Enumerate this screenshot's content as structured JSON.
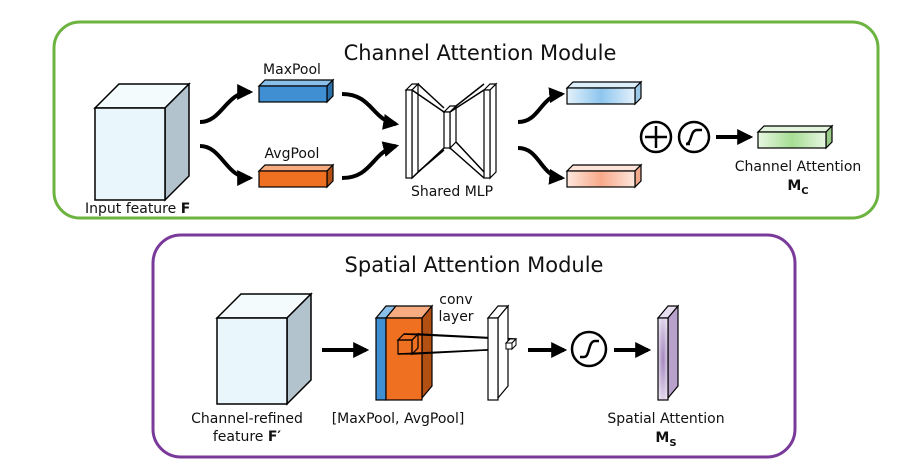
{
  "channel_module": {
    "title": "Channel Attention Module",
    "input_label": "Input feature",
    "input_symbol": "F",
    "maxpool_label": "MaxPool",
    "avgpool_label": "AvgPool",
    "mlp_label": "Shared MLP",
    "output_label": "Channel Attention",
    "output_symbol": "M",
    "output_subscript": "C"
  },
  "spatial_module": {
    "title": "Spatial Attention Module",
    "input_label_line1": "Channel-refined",
    "input_label_line2": "feature",
    "input_symbol": "F′",
    "concat_label": "[MaxPool, AvgPool]",
    "conv_label_line1": "conv",
    "conv_label_line2": "layer",
    "output_label": "Spatial Attention",
    "output_symbol": "M",
    "output_subscript": "S"
  },
  "colors": {
    "channel_border": "#6cb33f",
    "spatial_border": "#7a3a9a",
    "maxpool": "#3f8fd2",
    "avgpool": "#ef7021",
    "cube_face": "#e9f6fb",
    "cube_side": "#b3c3cd"
  }
}
